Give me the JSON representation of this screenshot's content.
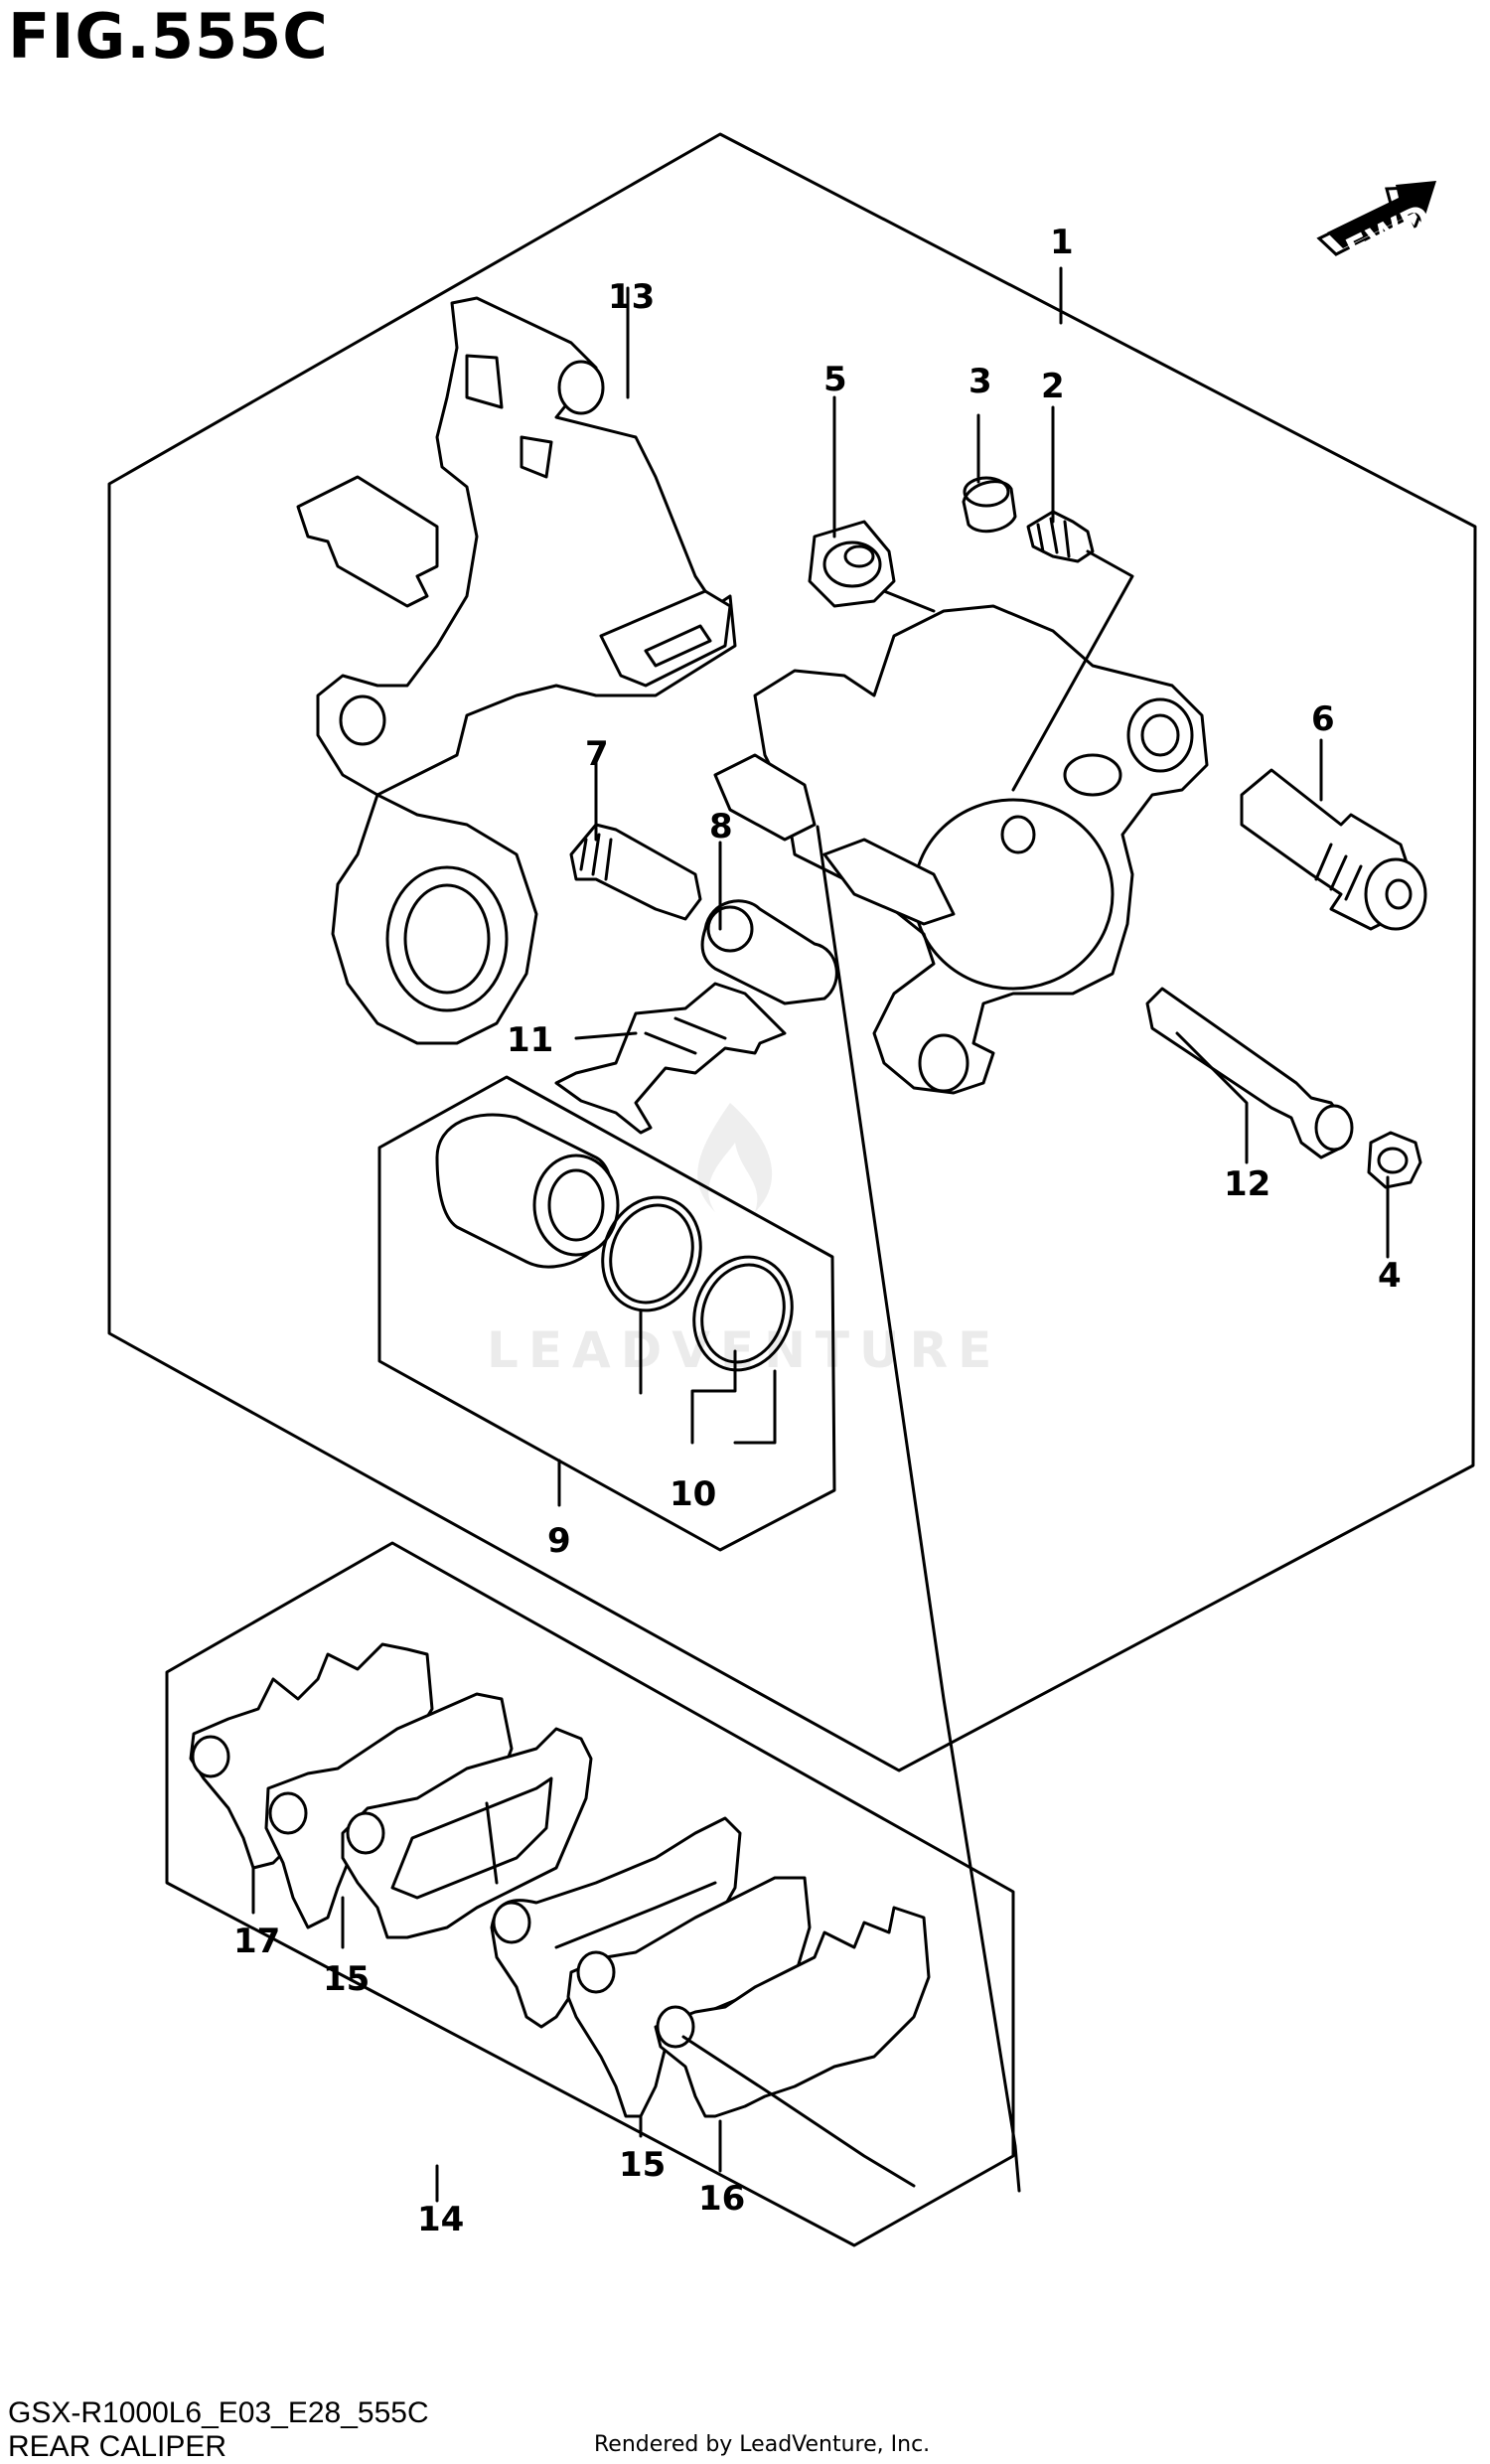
{
  "header": {
    "figure_title": "FIG.555C"
  },
  "diagram": {
    "watermark": "LEADVENTURE",
    "fwd_label": "FWD",
    "callouts": [
      {
        "id": "c1",
        "label": "1"
      },
      {
        "id": "c2",
        "label": "2"
      },
      {
        "id": "c3",
        "label": "3"
      },
      {
        "id": "c4",
        "label": "4"
      },
      {
        "id": "c5",
        "label": "5"
      },
      {
        "id": "c6",
        "label": "6"
      },
      {
        "id": "c7",
        "label": "7"
      },
      {
        "id": "c8",
        "label": "8"
      },
      {
        "id": "c9",
        "label": "9"
      },
      {
        "id": "c10",
        "label": "10"
      },
      {
        "id": "c11",
        "label": "11"
      },
      {
        "id": "c12",
        "label": "12"
      },
      {
        "id": "c13",
        "label": "13"
      },
      {
        "id": "c14",
        "label": "14"
      },
      {
        "id": "c15a",
        "label": "15"
      },
      {
        "id": "c15b",
        "label": "15"
      },
      {
        "id": "c16",
        "label": "16"
      },
      {
        "id": "c17",
        "label": "17"
      }
    ]
  },
  "footer": {
    "model_code": "GSX-R1000L6_E03_E28_555C",
    "part_name": "REAR CALIPER",
    "rendered_by": "Rendered by LeadVenture, Inc."
  }
}
